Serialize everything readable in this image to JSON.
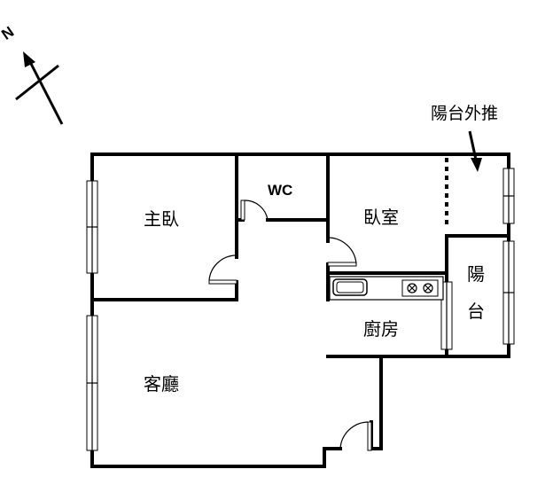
{
  "compass": {
    "label": "N"
  },
  "annotation": {
    "balcony_note": "陽台外推"
  },
  "rooms": {
    "master_bedroom": "主臥",
    "wc": "WC",
    "bedroom": "臥室",
    "living_room": "客廳",
    "kitchen": "廚房",
    "balcony_char1": "陽",
    "balcony_char2": "台"
  },
  "icons": [
    "compass-arrow-icon",
    "stove-burner-icon",
    "sink-icon",
    "door-swing-icon",
    "window-icon"
  ]
}
